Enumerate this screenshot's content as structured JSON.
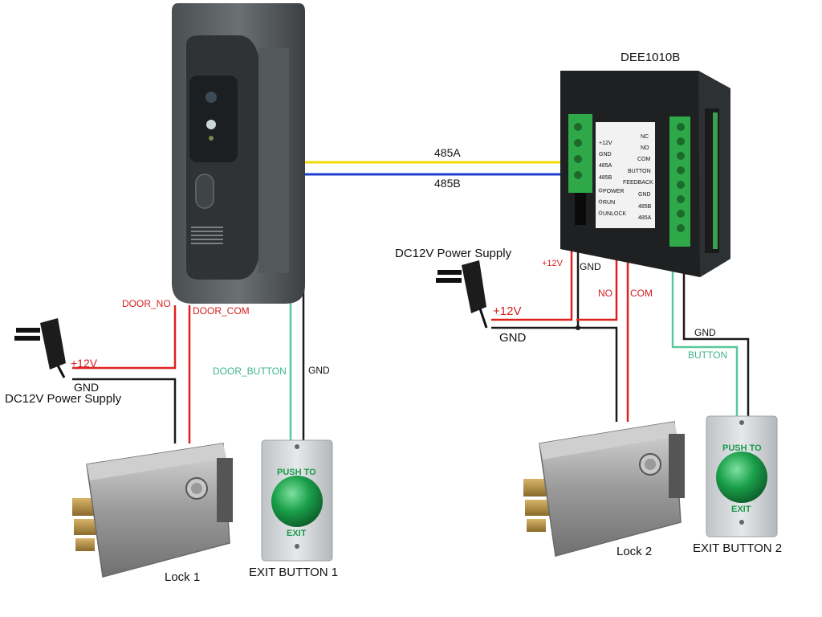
{
  "device": {
    "title": "DEE1010B",
    "left_terminals": [
      "+12V",
      "GND",
      "485A",
      "485B"
    ],
    "leds": [
      "POWER",
      "RUN",
      "UNLOCK"
    ],
    "right_terminals": [
      "NC",
      "NO",
      "COM",
      "BUTTON",
      "FEEDBACK",
      "GND",
      "485B",
      "485A"
    ]
  },
  "bus": {
    "a": "485A",
    "b": "485B"
  },
  "left_side": {
    "door_no": "DOOR_NO",
    "door_com": "DOOR_COM",
    "door_button": "DOOR_BUTTON",
    "gnd": "GND",
    "psu_plus": "+12V",
    "psu_gnd": "GND",
    "psu_label": "DC12V Power Supply",
    "lock_label": "Lock 1",
    "exit_label": "EXIT BUTTON 1"
  },
  "right_side": {
    "psu_label": "DC12V Power Supply",
    "psu_plus": "+12V",
    "psu_gnd": "GND",
    "dev_plus": "+12V",
    "dev_gnd": "GND",
    "no": "NO",
    "com": "COM",
    "gnd": "GND",
    "button": "BUTTON",
    "lock_label": "Lock 2",
    "exit_label": "EXIT BUTTON 2"
  },
  "exit_button_face": {
    "top": "PUSH TO",
    "bottom": "EXIT"
  },
  "colors": {
    "wire_red": "#e02020",
    "wire_black": "#1a1a1a",
    "wire_green": "#58c89a",
    "wire_yellow": "#f0d800",
    "wire_blue": "#2040d0",
    "label_red": "#d42020",
    "label_green": "#3fb58a",
    "terminal_green": "#2fa84a",
    "button_green": "#1a9a4a"
  }
}
